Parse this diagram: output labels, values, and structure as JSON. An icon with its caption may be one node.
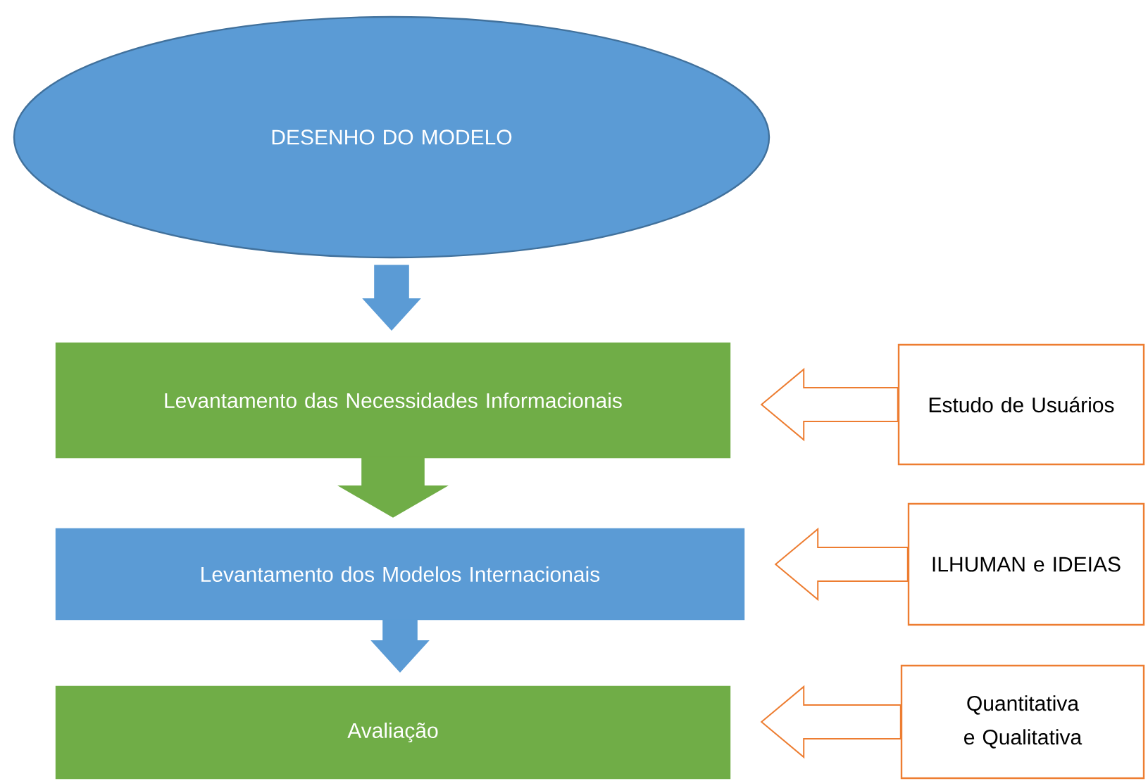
{
  "diagram": {
    "nodes": [
      {
        "text": [
          "DESENHO DO MODELO"
        ]
      },
      {
        "text": [
          "Levantamento das Necessidades Informacionais"
        ]
      },
      {
        "text": [
          "Levantamento dos Modelos Internacionais"
        ]
      },
      {
        "text": [
          "Avaliação"
        ]
      },
      {
        "text": [
          "Estudo de Usuários"
        ]
      },
      {
        "text": [
          "ILHUMAN e IDEIAS"
        ]
      },
      {
        "text": [
          "Quantitativa e Qualitativa"
        ]
      }
    ],
    "edges": [
      {
        "from": 0,
        "to": 1,
        "arrow": "to",
        "color": "#5b9bd5"
      },
      {
        "from": 1,
        "to": 2,
        "arrow": "to",
        "color": "#70ad47"
      },
      {
        "from": 2,
        "to": 3,
        "arrow": "to",
        "color": "#5b9bd5"
      },
      {
        "from": 4,
        "to": 1,
        "arrow": "to",
        "color": "#ed7d31"
      },
      {
        "from": 5,
        "to": 2,
        "arrow": "to",
        "color": "#ed7d31"
      },
      {
        "from": 6,
        "to": 3,
        "arrow": "to",
        "color": "#ed7d31"
      }
    ]
  }
}
